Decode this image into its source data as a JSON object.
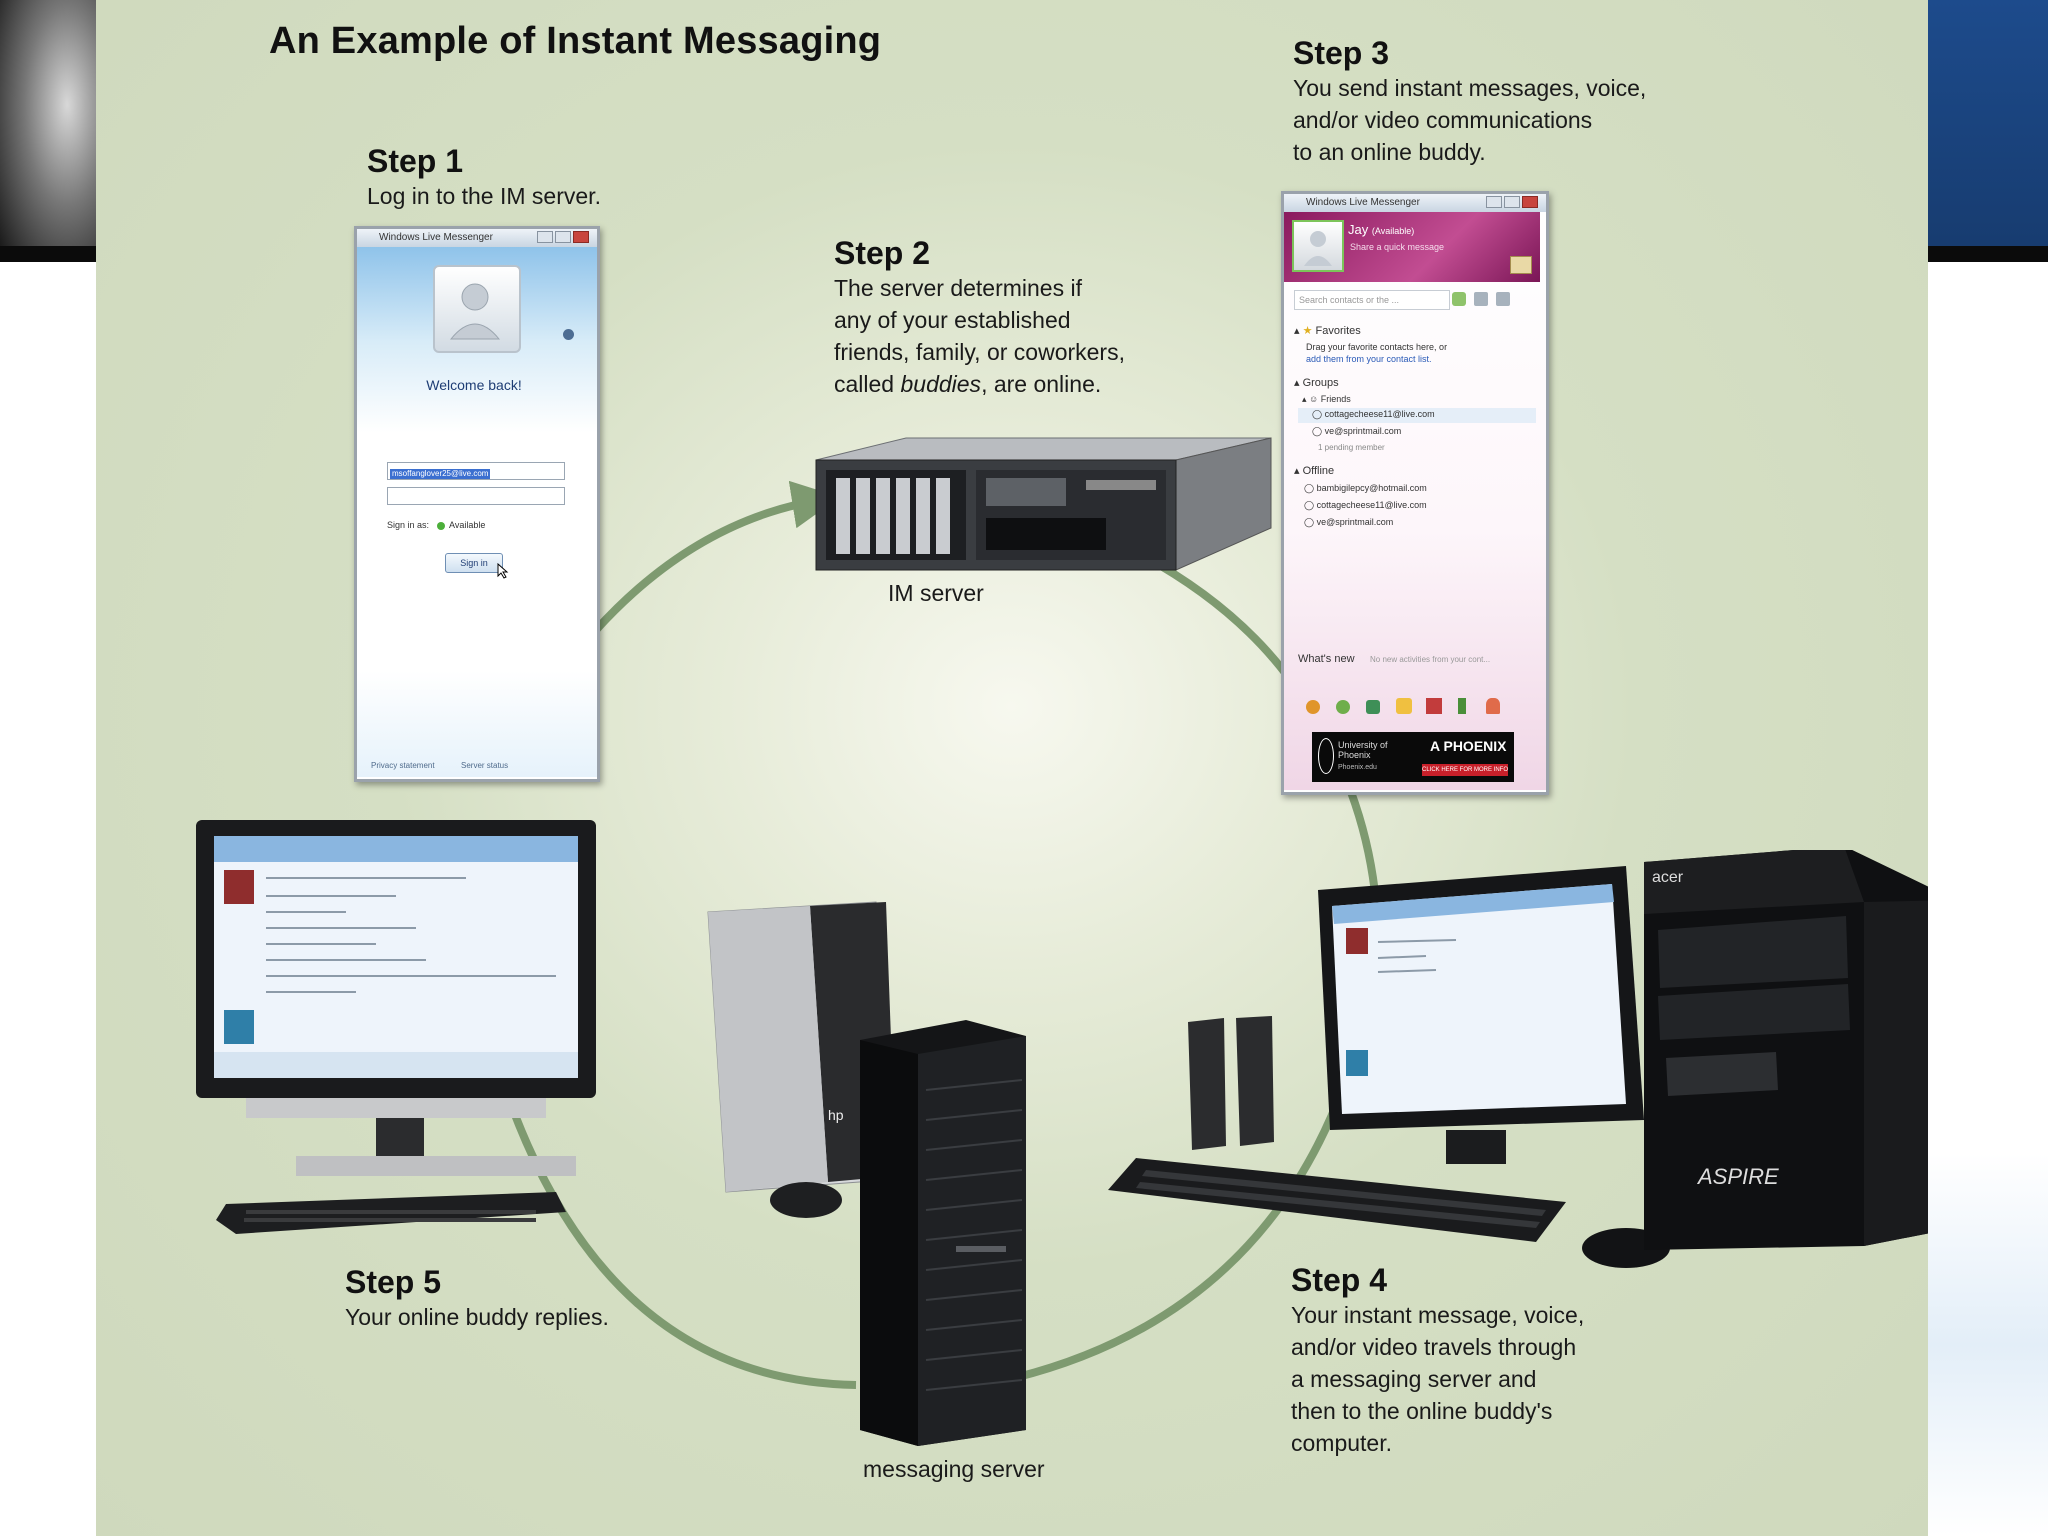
{
  "title": "An Example of Instant Messaging",
  "steps": {
    "step1": {
      "heading": "Step 1",
      "lines": [
        "Log in to the IM server."
      ]
    },
    "step2": {
      "heading": "Step 2",
      "lines": [
        "The server determines if",
        "any of your established",
        "friends, family, or coworkers,",
        "called ",
        "buddies",
        ", are online."
      ]
    },
    "step3": {
      "heading": "Step 3",
      "lines": [
        "You send instant messages, voice,",
        "and/or video communications",
        "to an online buddy."
      ]
    },
    "step4": {
      "heading": "Step 4",
      "lines": [
        "Your instant message, voice,",
        "and/or video travels through",
        "a messaging server and",
        "then to the online buddy's",
        "computer."
      ]
    },
    "step5": {
      "heading": "Step 5",
      "lines": [
        "Your online buddy replies."
      ]
    }
  },
  "labels": {
    "im_server": "IM server",
    "messaging_server": "messaging server"
  },
  "login_window": {
    "title": "Windows Live Messenger",
    "welcome": "Welcome back!",
    "email": "msoffanglover25@live.com",
    "signin_as_label": "Sign in as:",
    "status": "Available",
    "signin_button": "Sign in",
    "privacy": "Privacy statement",
    "server_status": "Server status"
  },
  "contacts_window": {
    "title": "Windows Live Messenger",
    "user": "Jay",
    "user_status": "(Available)",
    "quick_message": "Share a quick message",
    "search_placeholder": "Search contacts or the ...",
    "favorites": "Favorites",
    "favorites_hint": "Drag your favorite contacts here, or",
    "favorites_link": "add them from your contact list.",
    "groups": "Groups",
    "friends": "Friends",
    "online_contacts": [
      "cottagecheese11@live.com",
      "ve@sprintmail.com"
    ],
    "pending": "1 pending member",
    "offline": "Offline",
    "offline_contacts": [
      "bambigilepcy@hotmail.com",
      "cottagecheese11@live.com",
      "ve@sprintmail.com"
    ],
    "whats_new": "What's new",
    "whats_new_hint": "No new activities from your cont...",
    "ad_left": "University of Phoenix",
    "ad_left_sub": "Phoenix.edu",
    "ad_right": "A PHOENIX",
    "ad_cta": "CLICK HERE FOR MORE INFO"
  },
  "devices": {
    "tower_brand": "acer",
    "tower_model": "ASPIRE",
    "desktop_brand": "hp"
  },
  "colors": {
    "panel": "#d5dfc4",
    "arrow": "#7e9a70",
    "text": "#111111"
  }
}
